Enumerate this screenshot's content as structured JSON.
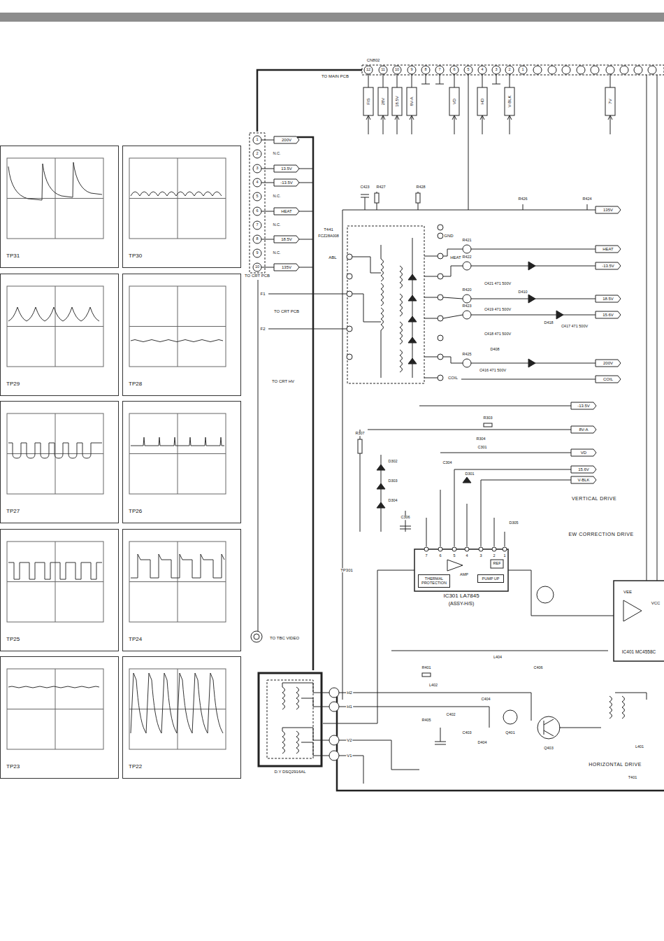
{
  "diagram": {
    "nodes": [
      {
        "text": [
          "TP31"
        ]
      },
      {
        "text": [
          "TP30"
        ]
      },
      {
        "text": [
          "TP29"
        ]
      },
      {
        "text": [
          "TP28"
        ]
      },
      {
        "text": [
          "TP27"
        ]
      },
      {
        "text": [
          "TP26"
        ]
      },
      {
        "text": [
          "TP25"
        ]
      },
      {
        "text": [
          "TP24"
        ]
      },
      {
        "text": [
          "TP23"
        ]
      },
      {
        "text": [
          "TP22"
        ]
      },
      {
        "text": [
          "TO CRT PCB"
        ]
      },
      {
        "text": [
          "TO MAIN PCB"
        ]
      },
      {
        "text": [
          "IC301 LA7845",
          "(ASSY-H/S)"
        ]
      },
      {
        "text": [
          "THERMAL PROTECTION"
        ],
        "in": 12
      },
      {
        "text": [
          "PUMP UP"
        ],
        "in": 12
      },
      {
        "text": [
          "IC401 MC4558C"
        ]
      },
      {
        "text": [
          "D.Y DSQ2916AL"
        ]
      }
    ],
    "edges": [
      {
        "from": 11,
        "to": 10,
        "arrow": "none"
      },
      {
        "from": 12,
        "to": 16,
        "arrow": "none"
      },
      {
        "from": 15,
        "to": 12,
        "arrow": "none"
      }
    ],
    "labels": [
      "CN802",
      "12",
      "11",
      "10",
      "9",
      "8",
      "7",
      "6",
      "5",
      "4",
      "3",
      "2",
      "1",
      "FIS",
      "28V",
      "18.5V",
      "8V-A",
      "VD",
      "HD",
      "V-BLK",
      "7V",
      "1",
      "2",
      "3",
      "4",
      "5",
      "6",
      "7",
      "8",
      "9",
      "10",
      "200V",
      "N.C.",
      "13.5V",
      "-13.5V",
      "N.C.",
      "HEAT",
      "N.C.",
      "18.5V",
      "N.C.",
      "135V",
      "F1",
      "F2",
      "TO CRT PCB",
      "TO CRT HV",
      "TO TBC VIDEO",
      "T441",
      "FCZ28A008",
      "ABL",
      "GND",
      "HEAT",
      "COIL",
      "C423",
      "R427",
      "R428",
      "R426",
      "R424",
      "R421",
      "R422",
      "R420",
      "R423",
      "R425",
      "C421 471 500V",
      "D410",
      "C419 471 500V",
      "D418",
      "C417 471 500V",
      "C418 471 500V",
      "D408",
      "C416 471 500V",
      "135V",
      "HEAT",
      "-13.5V",
      "18.5V",
      "15.6V",
      "200V",
      "COIL",
      "-13.5V",
      "8V-A",
      "VD",
      "15.6V",
      "V-BLK",
      "VERTICAL DRIVE",
      "EW CORRECTION DRIVE",
      "HORIZONTAL DRIVE",
      "R307",
      "R303",
      "R304",
      "C301",
      "D302",
      "D303",
      "D304",
      "C306",
      "C304",
      "D301",
      "D305",
      "7",
      "6",
      "5",
      "4",
      "3",
      "2",
      "1",
      "AMP",
      "REF",
      "TP301",
      "R401",
      "L402",
      "C404",
      "R405",
      "C402",
      "C403",
      "D404",
      "Q401",
      "Q403",
      "L401",
      "T401",
      "L404",
      "C406",
      "VEE",
      "VCC",
      "H2",
      "H1",
      "V2",
      "V1"
    ]
  }
}
